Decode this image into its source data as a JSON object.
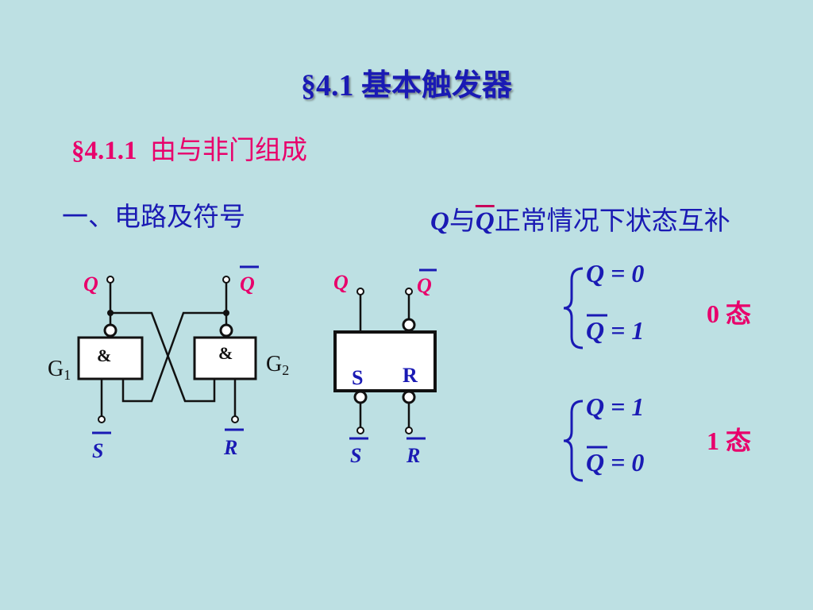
{
  "title": "§4.1  基本触发器",
  "subtitle": {
    "number": "§4.1.1",
    "text": "由与非门组成"
  },
  "section_heading": "一、电路及符号",
  "note": {
    "q": "Q",
    "mid": "与",
    "qbar": "Q",
    "rest": "正常情况下状态互补"
  },
  "circuit": {
    "q_label": "Q",
    "qbar_label": "Q",
    "gate1_symbol": "&",
    "gate2_symbol": "&",
    "gate1_name": "G",
    "gate1_sub": "1",
    "gate2_name": "G",
    "gate2_sub": "2",
    "s_label": "S",
    "r_label": "R"
  },
  "symbol": {
    "q_label": "Q",
    "qbar_label": "Q",
    "s_inner": "S",
    "r_inner": "R",
    "s_label": "S",
    "r_label": "R"
  },
  "states": [
    {
      "q_line": "Q = 0",
      "qbar_line": "Q = 1",
      "name": "0 态"
    },
    {
      "q_line": "Q = 1",
      "qbar_line": "Q = 0",
      "name": "1 态"
    }
  ],
  "colors": {
    "background": "#bde0e3",
    "blue": "#1a1ab4",
    "magenta": "#e8006b"
  }
}
